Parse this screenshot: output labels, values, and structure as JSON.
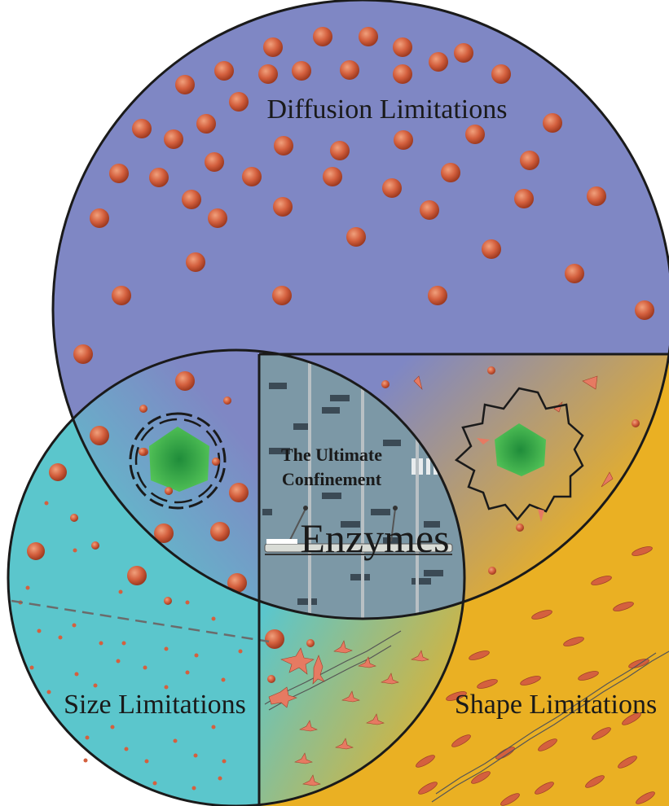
{
  "diagram": {
    "labels": {
      "diffusion": "Diffusion Limitations",
      "size": "Size Limitations",
      "shape": "Shape Limitations",
      "center_title": "The Ultimate Confinement",
      "center_title_line1": "The Ultimate",
      "center_title_line2": "Confinement",
      "enzymes": "Enzymes"
    },
    "colors": {
      "diffusion_region": "#7f87c4",
      "size_region": "#5bc6cc",
      "shape_region": "#eab023",
      "center_panel": "#7c98a6",
      "particle": "#d4603e",
      "pore_core": "#2fb04a",
      "outline": "#1a1a1a"
    },
    "icons": [
      "particle-icon",
      "pore-gate-icon",
      "molecular-sieve-icon",
      "elongated-molecule-icon",
      "star-molecule-icon"
    ]
  }
}
